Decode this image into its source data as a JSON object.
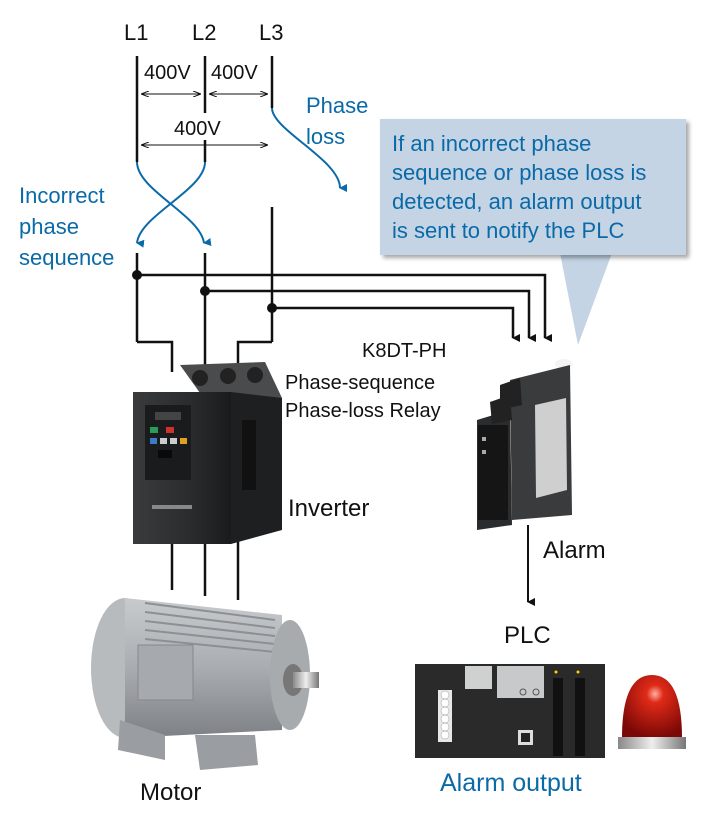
{
  "lines": {
    "l1": "L1",
    "l2": "L2",
    "l3": "L3"
  },
  "voltages": {
    "l1_l2": "400V",
    "l2_l3": "400V",
    "l1_l3": "400V"
  },
  "annotations": {
    "phase_loss": [
      "Phase",
      "loss"
    ],
    "incorrect_sequence": [
      "Incorrect",
      "phase",
      "sequence"
    ]
  },
  "callout": {
    "lines": [
      "If an incorrect phase",
      "sequence or phase loss is",
      "detected, an alarm output",
      "is sent to notify the PLC"
    ]
  },
  "devices": {
    "relay_model": "K8DT-PH",
    "relay_name": [
      "Phase-sequence",
      "Phase-loss Relay"
    ],
    "inverter": "Inverter",
    "motor": "Motor",
    "plc": "PLC"
  },
  "signals": {
    "alarm": "Alarm",
    "alarm_output": "Alarm output"
  },
  "colors": {
    "accent_blue": "#0a6aa8",
    "callout_bg": "#c4d4e4",
    "wire": "#111111",
    "beacon_red": "#c01010"
  }
}
